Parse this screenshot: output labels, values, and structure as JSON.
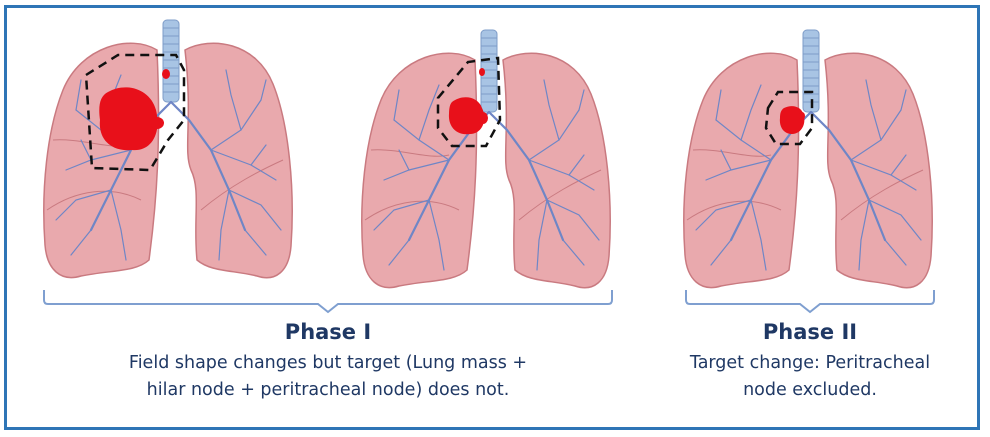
{
  "colors": {
    "border": "#2e75b6",
    "text": "#1f3864",
    "lung_fill": "#e9a9ad",
    "lung_edge": "#c97a80",
    "vessel": "#6f86c6",
    "trachea": "#a8c4e4",
    "tumor": "#e8101a",
    "field_outline": "#111111",
    "bracket": "#7f9fd0"
  },
  "panels": [
    {
      "name": "panel-1",
      "label": "Phase I, first field"
    },
    {
      "name": "panel-2",
      "label": "Phase I, second field"
    },
    {
      "name": "panel-3",
      "label": "Phase II field"
    }
  ],
  "phase1": {
    "title": "Phase I",
    "description_line1": "Field shape changes but target (Lung mass +",
    "description_line2": "hilar node + peritracheal node) does not."
  },
  "phase2": {
    "title": "Phase II",
    "description_line1": "Target change:  Peritracheal",
    "description_line2": "node excluded."
  }
}
